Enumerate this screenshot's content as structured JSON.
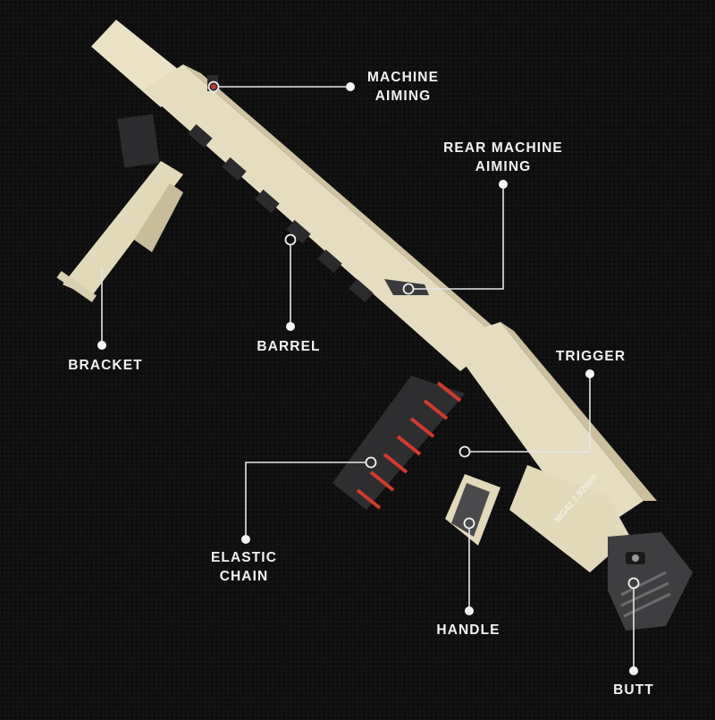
{
  "product": {
    "name": "MG42 machine gun building-block model",
    "stock_marking_line1": "MG42",
    "stock_marking_line2": "7.92mm",
    "colors": {
      "background": "#121212",
      "body": "#e6dcc0",
      "body_shadow": "#c9bd9c",
      "dark_parts": "#3c3c3e",
      "accent_red": "#d33a2c",
      "callout": "#f2f2f2"
    }
  },
  "callouts": [
    {
      "id": "machine-aiming",
      "lines": [
        "MACHINE",
        "AIMING"
      ]
    },
    {
      "id": "rear-machine-aiming",
      "lines": [
        "REAR MACHINE",
        "AIMING"
      ]
    },
    {
      "id": "bracket",
      "lines": [
        "BRACKET"
      ]
    },
    {
      "id": "barrel",
      "lines": [
        "BARREL"
      ]
    },
    {
      "id": "trigger",
      "lines": [
        "TRIGGER"
      ]
    },
    {
      "id": "elastic-chain",
      "lines": [
        "ELASTIC",
        "CHAIN"
      ]
    },
    {
      "id": "handle",
      "lines": [
        "HANDLE"
      ]
    },
    {
      "id": "butt",
      "lines": [
        "BUTT"
      ]
    }
  ]
}
